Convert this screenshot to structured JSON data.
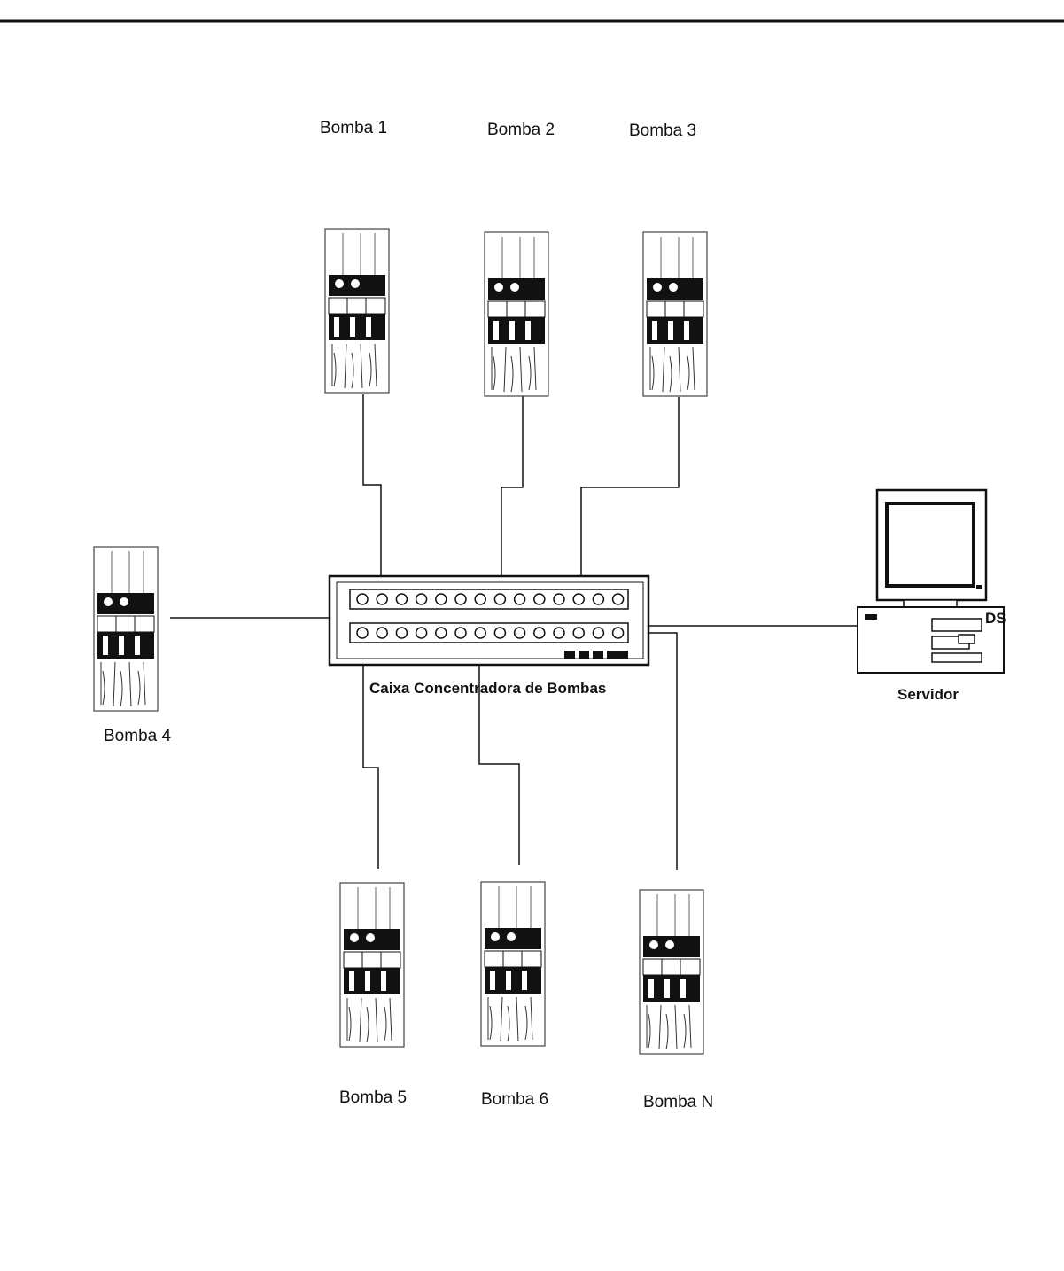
{
  "pumps": {
    "p1": "Bomba 1",
    "p2": "Bomba 2",
    "p3": "Bomba 3",
    "p4": "Bomba 4",
    "p5": "Bomba 5",
    "p6": "Bomba 6",
    "pn": "Bomba N"
  },
  "hub": {
    "label": "Caixa Concentradora de Bombas"
  },
  "server": {
    "label": "Servidor",
    "case_mark": "DS"
  }
}
